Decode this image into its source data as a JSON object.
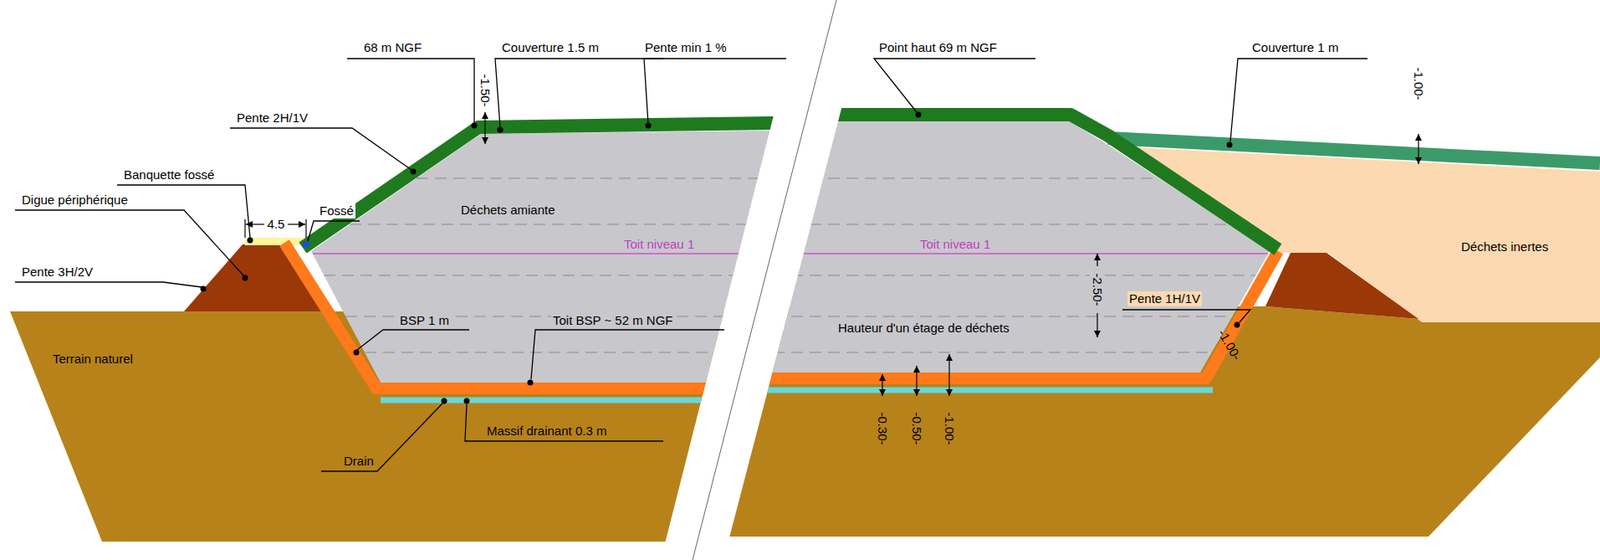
{
  "diagram": {
    "labels": [
      "68 m NGF",
      "-1.50-",
      "Couverture 1.5 m",
      "Pente min 1 %",
      "Pente 2H/1V",
      "Banquette fossé",
      "4.5",
      "Fossé",
      "Digue périphérique",
      "Pente 3H/2V",
      "Déchets amiante",
      "Toit niveau 1",
      "BSP 1 m",
      "Toit BSP ~ 52 m NGF",
      "Terrain naturel",
      "Drain",
      "Massif drainant 0.3 m",
      "Point haut 69 m NGF",
      "Couverture 1 m",
      "-1.00-",
      "Toit niveau 1",
      "-2.50-",
      "Hauteur d'un étage de déchets",
      "Pente 1H/1V",
      "-1.00-",
      "Déchets inertes",
      "-0.30-",
      "-0.50-",
      "-1.00-"
    ]
  }
}
